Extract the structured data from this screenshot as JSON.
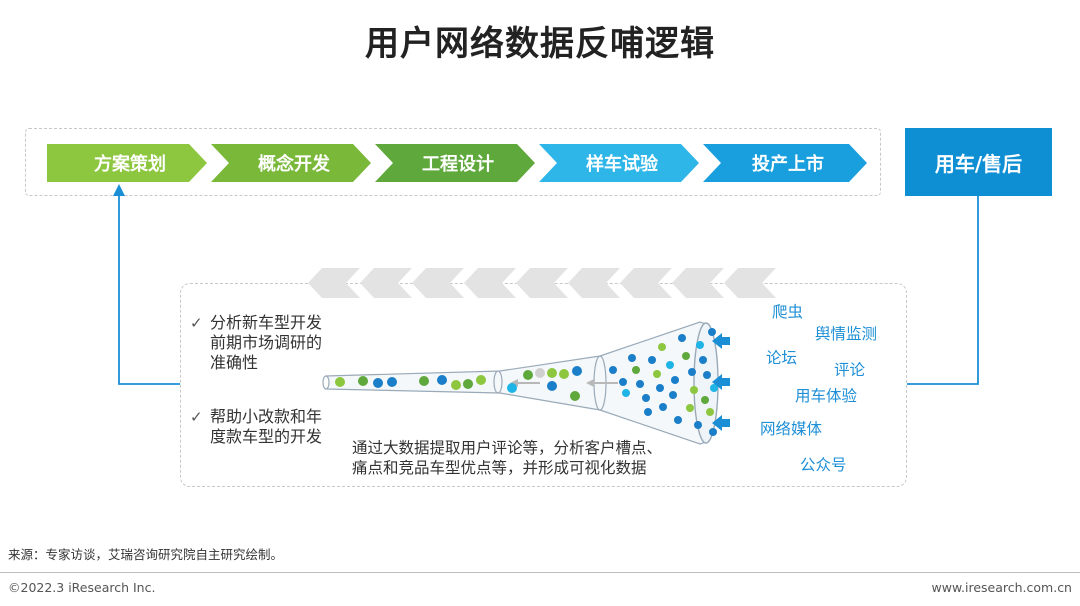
{
  "title": "用户网络数据反哺逻辑",
  "steps": [
    {
      "label": "方案策划",
      "color": "#8dc63f"
    },
    {
      "label": "概念开发",
      "color": "#7ab83a"
    },
    {
      "label": "工程设计",
      "color": "#5fa83c"
    },
    {
      "label": "样车试验",
      "color": "#2fb6e8"
    },
    {
      "label": "投产上市",
      "color": "#1a9fde"
    }
  ],
  "use_car": "用车/售后",
  "benefits": [
    {
      "lines": [
        "分析新车型开发",
        "前期市场调研的",
        "准确性"
      ]
    },
    {
      "lines": [
        "帮助小改款和年",
        "度款车型的开发"
      ]
    }
  ],
  "check_mark": "✓",
  "description": [
    "通过大数据提取用户评论等，分析客户槽点、",
    "痛点和竞品车型优点等，并形成可视化数据"
  ],
  "sources": [
    "爬虫",
    "舆情监测",
    "论坛",
    "评论",
    "用车体验",
    "网络媒体",
    "公众号"
  ],
  "colors": {
    "accent_blue": "#0e8fd4",
    "dot_green": "#8dc63f",
    "dot_blue": "#1a7fc8"
  },
  "footer": {
    "source_note": "来源：专家访谈，艾瑞咨询研究院自主研究绘制。",
    "copyright": "©2022.3 iResearch Inc.",
    "website": "www.iresearch.com.cn"
  }
}
